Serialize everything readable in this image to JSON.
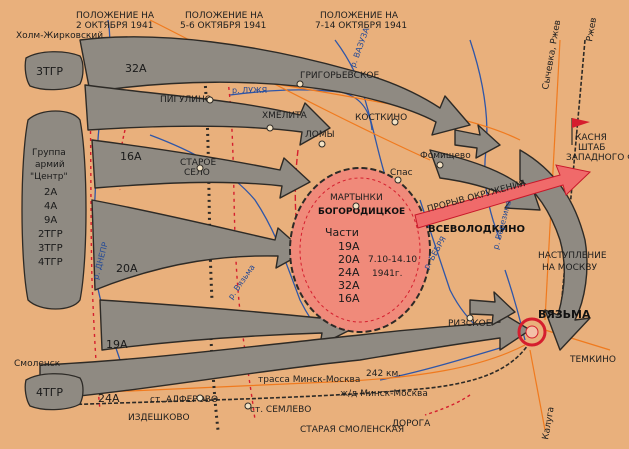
{
  "map": {
    "colors": {
      "background": "#e9b07c",
      "arrow_fill": "#8f8a82",
      "arrow_stroke": "#2d2a26",
      "encirclement": "#f08a7a",
      "red": "#d51e2e",
      "blue": "#2f56a8",
      "orange_road": "#f07a1e"
    },
    "headers": {
      "line1_a": "ПОЛОЖЕНИЕ НА",
      "line1_b": "2 ОКТЯБРЯ 1941",
      "line2_a": "ПОЛОЖЕНИЕ НА",
      "line2_b": "5-6 ОКТЯБРЯ 1941",
      "line3_a": "ПОЛОЖЕНИЕ НА",
      "line3_b": "7-14 ОКТЯБРЯ 1941"
    },
    "places": {
      "kholm": "Холм-Жирковский",
      "grigorievskoe": "ГРИГОРЬЕВСКОЕ",
      "pigulino": "ПИГУЛИНО",
      "luzha": "р. ЛУЖЯ",
      "vazuza": "р. ВАЗУЗА",
      "khmelita": "ХМЕЛИТА",
      "kostkino": "КОСТКИНО",
      "lomy": "ЛОМЫ",
      "staroe_selo_1": "СТАРОЕ",
      "staroe_selo_2": "СЕЛО",
      "martynki": "МАРТЫНКИ",
      "bogoroditskoe": "БОГОРОДИЦКОЕ",
      "spas": "Спас",
      "fomintsevo": "Фомищево",
      "vsevolodkino": "ВСЕВОЛОДКИНО",
      "dnepr": "р. ДНЕПР",
      "vyazma_river": "р. Вязьма",
      "bebrya": "р. БЕБРЯ",
      "rizskoe": "РИЗСКОЕ",
      "vyazma": "ВЯЗЬМА",
      "smolensk": "Смоленск",
      "temkino": "ТЕМКИНО",
      "alferovo": "ст. АЛФЕРОВО",
      "semlevo": "ст. СЕМЛЕВО",
      "izdeshkovo": "ИЗДЕШКОВО",
      "trassa": "трасса Минск-Москва",
      "km": "242 км.",
      "zhd": "ж/д Минск-Москва",
      "staraya_1": "СТАРАЯ СМОЛЕНСКАЯ",
      "staraya_2": "ДОРОГА",
      "rzhev_rail": "Ржев",
      "sychevka": "Сычевка, Ржев",
      "kaluga": "Калуга",
      "berezina": "р. Березина",
      "kasnya_1": "КАСНЯ",
      "kasnya_2": "ШТАБ",
      "kasnya_3": "ЗАПАДНОГО Ф."
    },
    "armies": {
      "a32": "32А",
      "a16": "16А",
      "a20": "20А",
      "a19": "19А",
      "a24": "24А"
    },
    "groups": {
      "tgr3": "3ТГР",
      "tgr4": "4ТГР",
      "center_1": "Группа",
      "center_2": "армий",
      "center_3": "\"Центр\"",
      "center_list": [
        "2А",
        "4А",
        "9А",
        "2ТГР",
        "3ТГР",
        "4ТГР"
      ]
    },
    "pocket": {
      "parts": "Части",
      "list": [
        "19А",
        "20А",
        "24А",
        "32А",
        "16А"
      ],
      "dates": "7.10-14.10",
      "year": "1941г."
    },
    "breakout": "ПРОРЫВ ОКРУЖЕНИЯ",
    "offensive_1": "НАСТУПЛЕНИЕ",
    "offensive_2": "НА МОСКВУ"
  }
}
